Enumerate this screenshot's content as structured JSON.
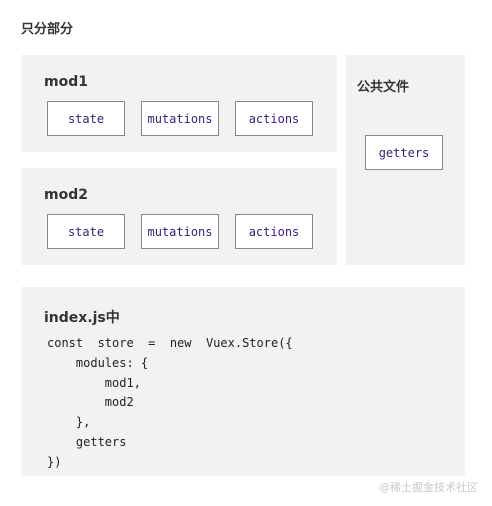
{
  "title": "只分部分",
  "modules": [
    {
      "name": "mod1",
      "items": [
        "state",
        "mutations",
        "actions"
      ]
    },
    {
      "name": "mod2",
      "items": [
        "state",
        "mutations",
        "actions"
      ]
    }
  ],
  "shared": {
    "title": "公共文件",
    "item": "getters"
  },
  "index": {
    "title": "index.js中",
    "code_lines": [
      "const  store  =  new  Vuex.Store({",
      "    modules: {",
      "        mod1,",
      "        mod2",
      "    },",
      "    getters",
      "})"
    ]
  },
  "watermark": "@稀土掘金技术社区"
}
